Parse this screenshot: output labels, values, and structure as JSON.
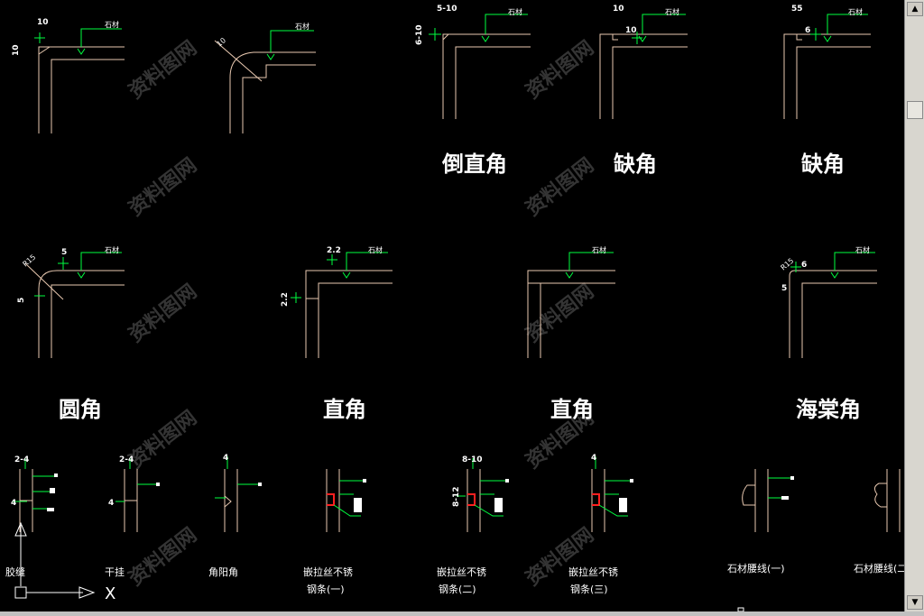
{
  "titles": {
    "r1c3": "倒直角",
    "r1c4": "缺角",
    "r1c5": "缺角",
    "r2c1": "圆角",
    "r2c2": "直角",
    "r2c3": "直角",
    "r2c4": "海棠角"
  },
  "captions": {
    "b1": "胶缝",
    "b2": "干挂",
    "b3": "角阳角",
    "b4a": "嵌拉丝不锈",
    "b4b": "钢条(一)",
    "b5a": "嵌拉丝不锈",
    "b5b": "钢条(二)",
    "b6a": "嵌拉丝不锈",
    "b6b": "钢条(三)",
    "b7": "石材腰线(一)",
    "b8": "石材腰线(二)"
  },
  "dims": {
    "d10a": "10",
    "d10b": "10",
    "d510": "5-10",
    "d610": "6-10",
    "d10c": "10",
    "d10d": "10",
    "d55": "55",
    "d6": "6",
    "d5a": "5",
    "d5b": "5",
    "d22a": "2.2",
    "d22b": "2.2",
    "r15": "R15",
    "d6b": "6",
    "d5c": "5",
    "d24a": "2-4",
    "d24b": "2-4",
    "d4a": "4",
    "d4b": "4",
    "d810": "8-10",
    "d812": "8-12",
    "d4c": "4"
  },
  "labels": {
    "stone": "石材"
  },
  "ucs": {
    "x_axis": "X"
  }
}
